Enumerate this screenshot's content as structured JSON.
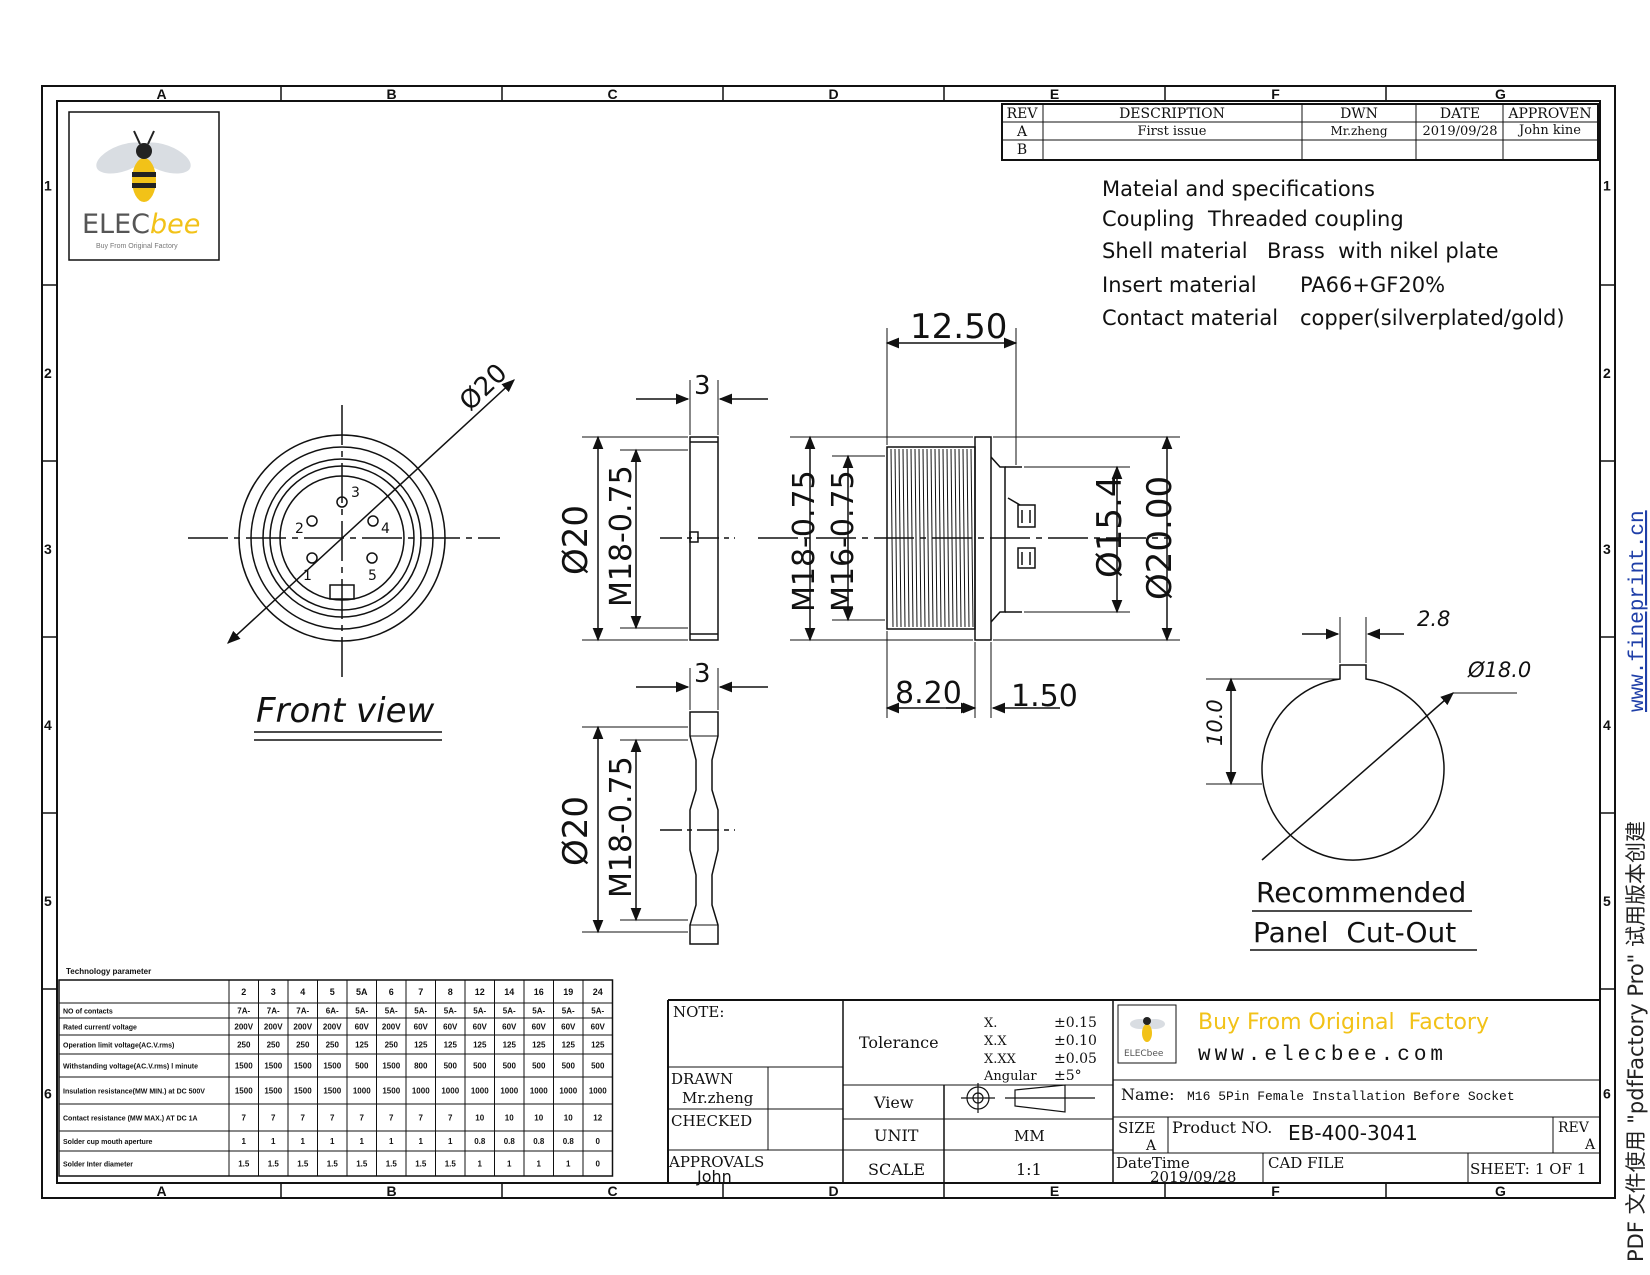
{
  "border": {
    "cols": [
      "A",
      "B",
      "C",
      "D",
      "E",
      "F",
      "G"
    ],
    "rows": [
      "1",
      "2",
      "3",
      "4",
      "5",
      "6"
    ]
  },
  "logo": {
    "brand_prefix": "ELEC",
    "brand_suffix": "bee",
    "tagline": "Buy From Original Factory"
  },
  "revision_table": {
    "headers": [
      "REV",
      "DESCRIPTION",
      "DWN",
      "DATE",
      "APPROVEN"
    ],
    "rows": [
      [
        "A",
        "First issue",
        "Mr.zheng",
        "2019/09/28",
        "John kine"
      ],
      [
        "B",
        "",
        "",
        "",
        ""
      ]
    ]
  },
  "specs": [
    [
      "Mateial and specifications",
      ""
    ],
    [
      "Coupling",
      "Threaded coupling"
    ],
    [
      "Shell material",
      "Brass  with nikel plate"
    ],
    [
      "Insert material",
      "PA66+GF20%"
    ],
    [
      "Contact material",
      "copper(silverplated/gold)"
    ]
  ],
  "front_view": {
    "dim": "Ø20",
    "pins": [
      "1",
      "2",
      "3",
      "4",
      "5"
    ],
    "label": "Front view"
  },
  "nut_top": {
    "dim_w": "3",
    "dim_d": "Ø20",
    "dim_t": "M18-0.75"
  },
  "nut_bottom": {
    "dim_w": "3",
    "dim_d": "Ø20",
    "dim_t": "M18-0.75"
  },
  "side_view": {
    "dim_len": "12.50",
    "dim_m18": "M18-0.75",
    "dim_m16": "M16-0.75",
    "dim_d1": "Ø15.4",
    "dim_d2": "Ø20.00",
    "dim_a": "8.20",
    "dim_b": "1.50"
  },
  "cutout": {
    "w": "2.8",
    "d": "Ø18.0",
    "h": "10.0",
    "label1": "Recommended",
    "label2": "Panel  Cut-Out"
  },
  "tech": {
    "title": "Technology parameter",
    "header": [
      "",
      "2",
      "3",
      "4",
      "5",
      "5A",
      "6",
      "7",
      "8",
      "12",
      "14",
      "16",
      "19",
      "24"
    ],
    "rows": [
      [
        "NO of contacts",
        "7A-",
        "7A-",
        "7A-",
        "6A-",
        "5A-",
        "5A-",
        "5A-",
        "5A-",
        "5A-",
        "5A-",
        "5A-",
        "5A-",
        "5A-"
      ],
      [
        "Rated current/ voltage",
        "200V",
        "200V",
        "200V",
        "200V",
        "60V",
        "200V",
        "60V",
        "60V",
        "60V",
        "60V",
        "60V",
        "60V",
        "60V"
      ],
      [
        "Operation limit voltage(AC.V.rms)",
        "250",
        "250",
        "250",
        "250",
        "125",
        "250",
        "125",
        "125",
        "125",
        "125",
        "125",
        "125",
        "125"
      ],
      [
        "Withstanding voltage(AC.V.rms) l minute",
        "1500",
        "1500",
        "1500",
        "1500",
        "500",
        "1500",
        "800",
        "500",
        "500",
        "500",
        "500",
        "500",
        "500"
      ],
      [
        "Insulation resistance(MW MIN.) at DC 500V",
        "1500",
        "1500",
        "1500",
        "1500",
        "1000",
        "1500",
        "1000",
        "1000",
        "1000",
        "1000",
        "1000",
        "1000",
        "1000"
      ],
      [
        "Contact resistance (MW MAX.) AT DC 1A",
        "7",
        "7",
        "7",
        "7",
        "7",
        "7",
        "7",
        "7",
        "10",
        "10",
        "10",
        "10",
        "12"
      ],
      [
        "Solder cup mouth aperture",
        "1",
        "1",
        "1",
        "1",
        "1",
        "1",
        "1",
        "1",
        "0.8",
        "0.8",
        "0.8",
        "0.8",
        "0"
      ],
      [
        "Solder Inter diameter",
        "1.5",
        "1.5",
        "1.5",
        "1.5",
        "1.5",
        "1.5",
        "1.5",
        "1.5",
        "1",
        "1",
        "1",
        "1",
        "0"
      ]
    ]
  },
  "title_block": {
    "note": "NOTE:",
    "drawn_label": "DRAWN",
    "drawn": "Mr.zheng",
    "checked_label": "CHECKED",
    "approvals_label": "APPROVALS",
    "approvals": "John",
    "tolerance_label": "Tolerance",
    "tolerances": [
      [
        "X.",
        "±0.15"
      ],
      [
        "X.X",
        "±0.10"
      ],
      [
        "X.XX",
        "±0.05"
      ],
      [
        "Angular",
        "±5°"
      ]
    ],
    "view_label": "View",
    "unit_label": "UNIT",
    "unit": "MM",
    "scale_label": "SCALE",
    "scale": "1:1",
    "buy": "Buy From Original  Factory",
    "site": "www.elecbee.com",
    "name_label": "Name:",
    "name": "M16 5Pin Female Installation Before Socket",
    "size_label": "SIZE",
    "size": "A",
    "product_label": "Product NO.",
    "product": "EB-400-3041",
    "rev_label": "REV",
    "rev": "A",
    "datetime_label": "DateTime",
    "datetime": "2019/09/28",
    "cad_label": "CAD FILE",
    "sheet_label": "SHEET:",
    "sheet": "1 OF 1"
  },
  "watermark": {
    "text": "PDF 文件使用 \"pdfFactory Pro\" 试用版本创建",
    "link": "www.fineprint.cn"
  }
}
